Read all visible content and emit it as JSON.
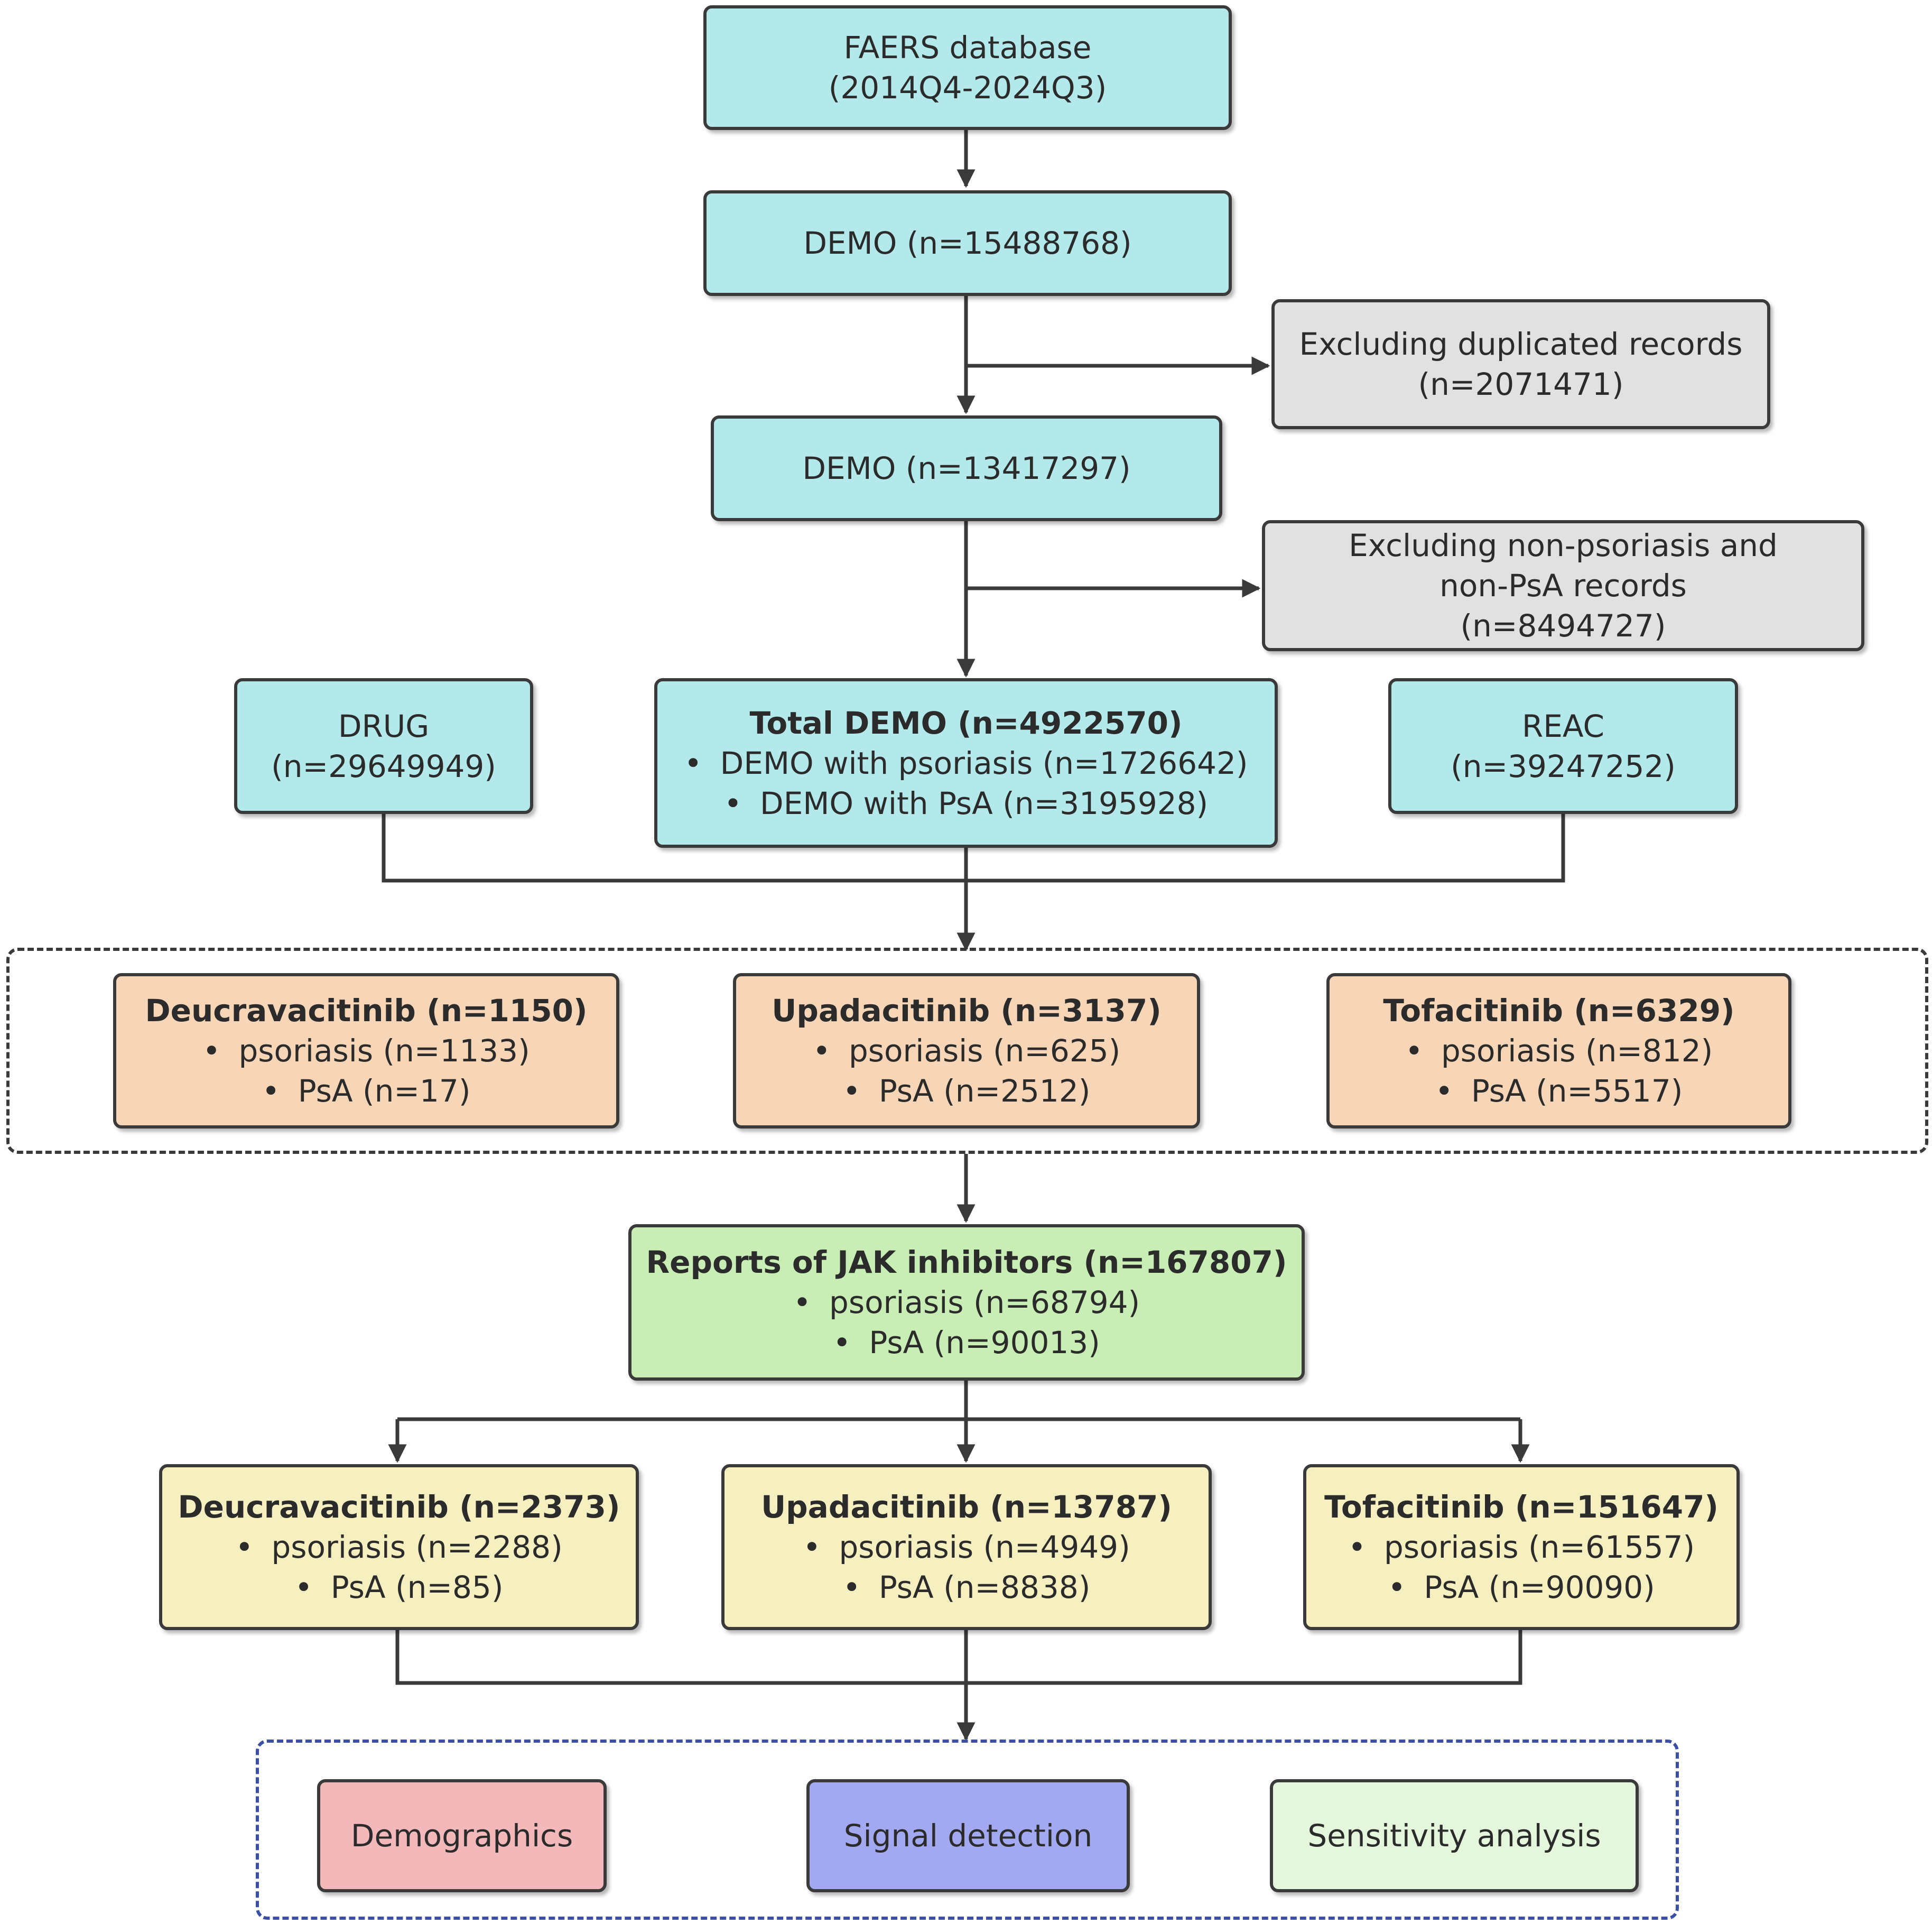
{
  "faers": {
    "line1": "FAERS database",
    "line2": "(2014Q4-2024Q3)"
  },
  "demo_raw": {
    "label": "DEMO (n=15488768)"
  },
  "exclude_dup": {
    "line1": "Excluding duplicated records",
    "line2": "(n=2071471)"
  },
  "demo_dedup": {
    "label": "DEMO (n=13417297)"
  },
  "exclude_nonpso": {
    "line1": "Excluding non-psoriasis and",
    "line2": "non-PsA records",
    "line3": "(n=8494727)"
  },
  "drug": {
    "line1": "DRUG",
    "line2": "(n=29649949)"
  },
  "total_demo": {
    "title": "Total DEMO (n=4922570)",
    "item1": "DEMO with psoriasis (n=1726642)",
    "item2": "DEMO with PsA  (n=3195928)"
  },
  "reac": {
    "line1": "REAC",
    "line2": "(n=39247252)"
  },
  "drug_counts": [
    {
      "title": "Deucravacitinib (n=1150)",
      "item1": "psoriasis  (n=1133)",
      "item2": "PsA  (n=17)"
    },
    {
      "title": "Upadacitinib (n=3137)",
      "item1": "psoriasis  (n=625)",
      "item2": "PsA  (n=2512)"
    },
    {
      "title": "Tofacitinib (n=6329)",
      "item1": "psoriasis  (n=812)",
      "item2": "PsA  (n=5517)"
    }
  ],
  "jak_reports": {
    "title": "Reports of  JAK inhibitors (n=167807)",
    "item1": "psoriasis  (n=68794)",
    "item2": "PsA  (n=90013)"
  },
  "drug_reports": [
    {
      "title": "Deucravacitinib (n=2373)",
      "item1": "psoriasis  (n=2288)",
      "item2": "PsA  (n=85)"
    },
    {
      "title": "Upadacitinib (n=13787)",
      "item1": "psoriasis  (n=4949)",
      "item2": "PsA  (n=8838)"
    },
    {
      "title": "Tofacitinib (n=151647)",
      "item1": "psoriasis  (n=61557)",
      "item2": "PsA  (n=90090)"
    }
  ],
  "analyses": {
    "demographics": "Demographics",
    "signal": "Signal detection",
    "sensitivity": "Sensitivity analysis"
  },
  "colors": {
    "source_fill": "#b3e9ea",
    "exclusion_fill": "#e1e1e1",
    "drug_count_fill": "#f6d6b6",
    "jak_fill": "#c8eeb5",
    "drug_report_fill": "#f6f0c0",
    "demographics_fill": "#f2b8ba",
    "signal_fill": "#a2a9f0",
    "sensitivity_fill": "#e4f6dc",
    "connector": "#3a3a3a",
    "analysis_group_border": "#3a4fa5"
  }
}
